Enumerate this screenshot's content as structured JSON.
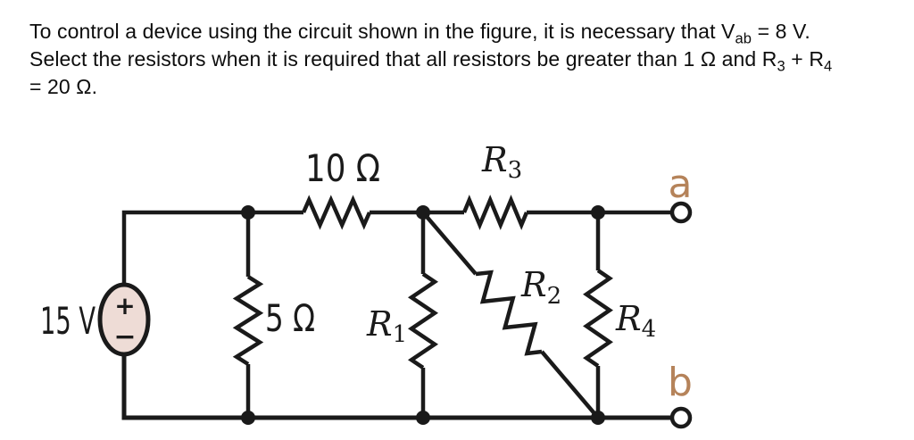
{
  "problem": {
    "lines": [
      {
        "segments": [
          {
            "text": "To control a device using the circuit shown in the figure, it is necessary that V",
            "sub": false
          },
          {
            "text": "ab",
            "sub": true
          },
          {
            "text": " = 8 V.",
            "sub": false
          }
        ]
      },
      {
        "segments": [
          {
            "text": "Select the resistors when it is required that all resistors be greater than 1 Ω and R",
            "sub": false
          },
          {
            "text": "3",
            "sub": true
          },
          {
            "text": " + R",
            "sub": false
          },
          {
            "text": "4",
            "sub": true
          }
        ]
      },
      {
        "segments": [
          {
            "text": "= 20 Ω.",
            "sub": false
          }
        ]
      }
    ]
  },
  "circuit": {
    "source": {
      "label": "15 V",
      "plus": "+",
      "minus": "−"
    },
    "resistors": {
      "shunt": "5 Ω",
      "top": "10 Ω",
      "r1": {
        "base": "R",
        "sub": "1"
      },
      "r2": {
        "base": "R",
        "sub": "2"
      },
      "r3": {
        "base": "R",
        "sub": "3"
      },
      "r4": {
        "base": "R",
        "sub": "4"
      }
    },
    "terminals": {
      "a": "a",
      "b": "b"
    },
    "colors": {
      "wire": "#1a1a1a",
      "terminal_label": "#b5835a",
      "source_fill": "#eedcd6"
    }
  }
}
